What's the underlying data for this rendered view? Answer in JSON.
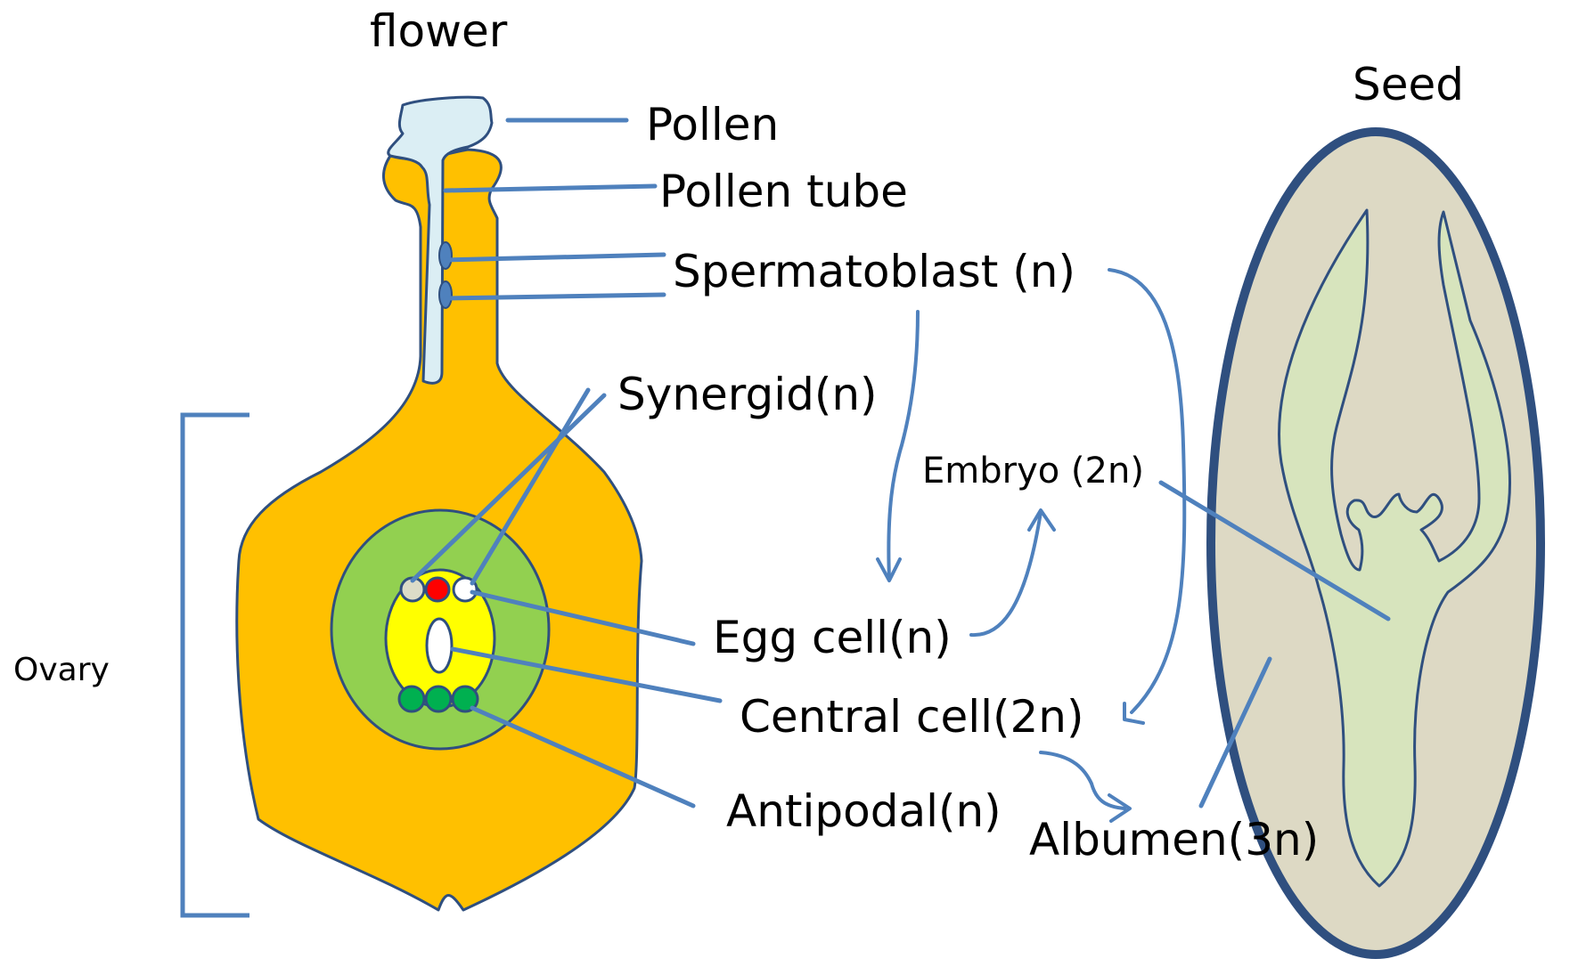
{
  "titles": {
    "flower": "flower",
    "seed": "Seed",
    "ovary": "Ovary"
  },
  "labels": {
    "pollen": "Pollen",
    "pollen_tube": "Pollen tube",
    "spermatoblast": "Spermatoblast (n)",
    "synergid": "Synergid(n)",
    "embryo": "Embryo (2n)",
    "egg_cell": "Egg cell(n)",
    "central_cell": "Central cell(2n)",
    "antipodal": "Antipodal(n)",
    "albumen": "Albumen(3n)"
  },
  "colors": {
    "line": "#4f81bd",
    "outline": "#2f4f7f",
    "ovary_fill": "#ffc000",
    "ovule_fill": "#92d050",
    "embryo_sac_fill": "#ffff00",
    "pollen_fill": "#dbeef4",
    "egg_cell_fill": "#ff0000",
    "synergid_fill": "#dcdcc8",
    "antipodal_fill": "#00b050",
    "seed_fill": "#ddd9c4",
    "seed_outline": "#2f4f7f",
    "embryo_fill": "#d7e4bd"
  }
}
